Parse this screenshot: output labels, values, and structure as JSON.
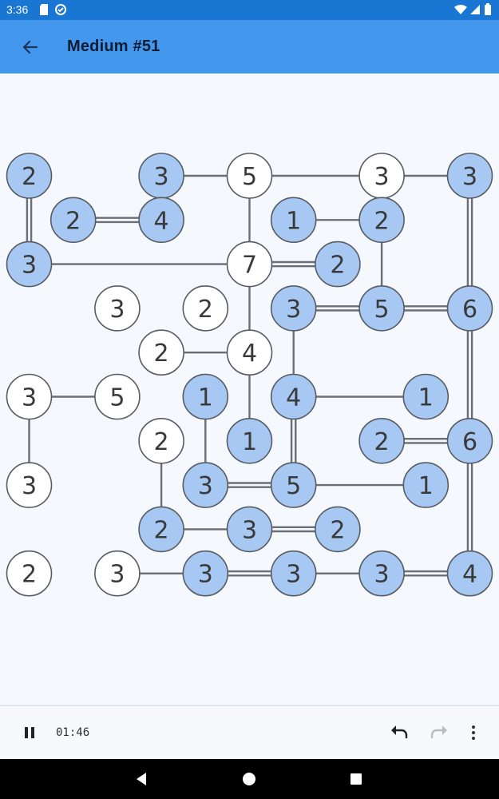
{
  "status": {
    "time": "3:36"
  },
  "header": {
    "title": "Medium #51"
  },
  "controls": {
    "timer": "01:46"
  },
  "colors": {
    "appbar": "#4398ee",
    "filled_island": "#a6c8f3",
    "empty_island": "#ffffff",
    "bridge": "#6b6f75",
    "outline": "#585c62"
  },
  "board": {
    "islands": [
      {
        "r": 0,
        "c": 0,
        "n": "2",
        "done": true
      },
      {
        "r": 0,
        "c": 3,
        "n": "3",
        "done": true
      },
      {
        "r": 0,
        "c": 5,
        "n": "5",
        "done": false
      },
      {
        "r": 0,
        "c": 8,
        "n": "3",
        "done": false
      },
      {
        "r": 0,
        "c": 10,
        "n": "3",
        "done": true
      },
      {
        "r": 1,
        "c": 1,
        "n": "2",
        "done": true
      },
      {
        "r": 1,
        "c": 3,
        "n": "4",
        "done": true
      },
      {
        "r": 1,
        "c": 6,
        "n": "1",
        "done": true
      },
      {
        "r": 1,
        "c": 8,
        "n": "2",
        "done": true
      },
      {
        "r": 2,
        "c": 0,
        "n": "3",
        "done": true
      },
      {
        "r": 2,
        "c": 5,
        "n": "7",
        "done": false
      },
      {
        "r": 2,
        "c": 7,
        "n": "2",
        "done": true
      },
      {
        "r": 3,
        "c": 2,
        "n": "3",
        "done": false
      },
      {
        "r": 3,
        "c": 4,
        "n": "2",
        "done": false
      },
      {
        "r": 3,
        "c": 6,
        "n": "3",
        "done": true
      },
      {
        "r": 3,
        "c": 8,
        "n": "5",
        "done": true
      },
      {
        "r": 3,
        "c": 10,
        "n": "6",
        "done": true
      },
      {
        "r": 4,
        "c": 3,
        "n": "2",
        "done": false
      },
      {
        "r": 4,
        "c": 5,
        "n": "4",
        "done": false
      },
      {
        "r": 5,
        "c": 0,
        "n": "3",
        "done": false
      },
      {
        "r": 5,
        "c": 2,
        "n": "5",
        "done": false
      },
      {
        "r": 5,
        "c": 4,
        "n": "1",
        "done": true
      },
      {
        "r": 5,
        "c": 6,
        "n": "4",
        "done": true
      },
      {
        "r": 5,
        "c": 9,
        "n": "1",
        "done": true
      },
      {
        "r": 6,
        "c": 3,
        "n": "2",
        "done": false
      },
      {
        "r": 6,
        "c": 5,
        "n": "1",
        "done": true
      },
      {
        "r": 6,
        "c": 8,
        "n": "2",
        "done": true
      },
      {
        "r": 6,
        "c": 10,
        "n": "6",
        "done": true
      },
      {
        "r": 7,
        "c": 0,
        "n": "3",
        "done": false
      },
      {
        "r": 7,
        "c": 4,
        "n": "3",
        "done": true
      },
      {
        "r": 7,
        "c": 6,
        "n": "5",
        "done": true
      },
      {
        "r": 7,
        "c": 9,
        "n": "1",
        "done": true
      },
      {
        "r": 8,
        "c": 3,
        "n": "2",
        "done": true
      },
      {
        "r": 8,
        "c": 5,
        "n": "3",
        "done": true
      },
      {
        "r": 8,
        "c": 7,
        "n": "2",
        "done": true
      },
      {
        "r": 9,
        "c": 0,
        "n": "2",
        "done": false
      },
      {
        "r": 9,
        "c": 2,
        "n": "3",
        "done": false
      },
      {
        "r": 9,
        "c": 4,
        "n": "3",
        "done": true
      },
      {
        "r": 9,
        "c": 6,
        "n": "3",
        "done": true
      },
      {
        "r": 9,
        "c": 8,
        "n": "3",
        "done": true
      },
      {
        "r": 9,
        "c": 10,
        "n": "4",
        "done": true
      }
    ],
    "bridges": [
      {
        "from": [
          0,
          0
        ],
        "to": [
          2,
          0
        ],
        "count": 2
      },
      {
        "from": [
          0,
          3
        ],
        "to": [
          0,
          5
        ],
        "count": 1
      },
      {
        "from": [
          0,
          3
        ],
        "to": [
          1,
          3
        ],
        "count": 2
      },
      {
        "from": [
          0,
          5
        ],
        "to": [
          0,
          8
        ],
        "count": 1
      },
      {
        "from": [
          0,
          5
        ],
        "to": [
          2,
          5
        ],
        "count": 1
      },
      {
        "from": [
          0,
          8
        ],
        "to": [
          0,
          10
        ],
        "count": 1
      },
      {
        "from": [
          0,
          10
        ],
        "to": [
          3,
          10
        ],
        "count": 2
      },
      {
        "from": [
          1,
          1
        ],
        "to": [
          1,
          3
        ],
        "count": 2
      },
      {
        "from": [
          1,
          6
        ],
        "to": [
          1,
          8
        ],
        "count": 1
      },
      {
        "from": [
          1,
          8
        ],
        "to": [
          3,
          8
        ],
        "count": 1
      },
      {
        "from": [
          2,
          0
        ],
        "to": [
          2,
          5
        ],
        "count": 1
      },
      {
        "from": [
          2,
          5
        ],
        "to": [
          2,
          7
        ],
        "count": 2
      },
      {
        "from": [
          2,
          5
        ],
        "to": [
          4,
          5
        ],
        "count": 1
      },
      {
        "from": [
          3,
          6
        ],
        "to": [
          3,
          8
        ],
        "count": 2
      },
      {
        "from": [
          3,
          8
        ],
        "to": [
          3,
          10
        ],
        "count": 2
      },
      {
        "from": [
          3,
          6
        ],
        "to": [
          5,
          6
        ],
        "count": 1
      },
      {
        "from": [
          3,
          10
        ],
        "to": [
          6,
          10
        ],
        "count": 2
      },
      {
        "from": [
          4,
          3
        ],
        "to": [
          4,
          5
        ],
        "count": 1
      },
      {
        "from": [
          4,
          5
        ],
        "to": [
          6,
          5
        ],
        "count": 1
      },
      {
        "from": [
          5,
          0
        ],
        "to": [
          5,
          2
        ],
        "count": 1
      },
      {
        "from": [
          5,
          0
        ],
        "to": [
          7,
          0
        ],
        "count": 1
      },
      {
        "from": [
          5,
          4
        ],
        "to": [
          7,
          4
        ],
        "count": 1
      },
      {
        "from": [
          5,
          6
        ],
        "to": [
          5,
          9
        ],
        "count": 1
      },
      {
        "from": [
          5,
          6
        ],
        "to": [
          7,
          6
        ],
        "count": 2
      },
      {
        "from": [
          6,
          3
        ],
        "to": [
          8,
          3
        ],
        "count": 1
      },
      {
        "from": [
          6,
          8
        ],
        "to": [
          6,
          10
        ],
        "count": 2
      },
      {
        "from": [
          6,
          10
        ],
        "to": [
          9,
          10
        ],
        "count": 2
      },
      {
        "from": [
          7,
          4
        ],
        "to": [
          7,
          6
        ],
        "count": 2
      },
      {
        "from": [
          7,
          6
        ],
        "to": [
          7,
          9
        ],
        "count": 1
      },
      {
        "from": [
          8,
          3
        ],
        "to": [
          8,
          5
        ],
        "count": 1
      },
      {
        "from": [
          8,
          5
        ],
        "to": [
          8,
          7
        ],
        "count": 2
      },
      {
        "from": [
          9,
          2
        ],
        "to": [
          9,
          4
        ],
        "count": 1
      },
      {
        "from": [
          9,
          4
        ],
        "to": [
          9,
          6
        ],
        "count": 2
      },
      {
        "from": [
          9,
          6
        ],
        "to": [
          9,
          8
        ],
        "count": 1
      },
      {
        "from": [
          9,
          8
        ],
        "to": [
          9,
          10
        ],
        "count": 2
      }
    ]
  }
}
